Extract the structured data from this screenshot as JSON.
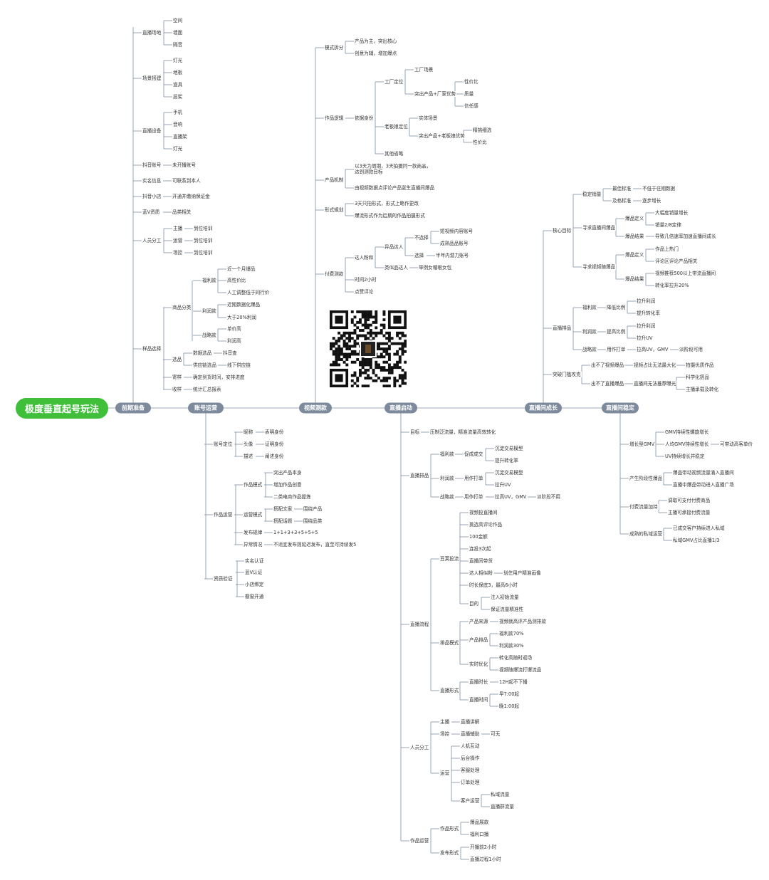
{
  "root": {
    "label": "极度垂直起号玩法"
  },
  "main_nodes": [
    {
      "label": "前期准备"
    },
    {
      "label": "账号运营"
    },
    {
      "label": "视频测款"
    },
    {
      "label": "直播启动"
    },
    {
      "label": "直播间成长"
    },
    {
      "label": "直播间稳定"
    }
  ],
  "colors": {
    "root": "#3fbf3a",
    "branch": "#7d8a9c",
    "line": "#7f8ea3",
    "text": "#333333"
  },
  "qr_icon": "qr-code-icon",
  "nodes": [
    "直播场地",
    "空间",
    "墙面",
    "隔音",
    "场景搭建",
    "灯光",
    "地板",
    "道具",
    "层架",
    "直播设备",
    "手机",
    "音响",
    "直播架",
    "灯光",
    "抖音账号",
    "未开播账号",
    "实名信息",
    "可联系到本人",
    "抖音小店",
    "开通并缴纳保证金",
    "蓝V资质",
    "品类相关",
    "人员分工",
    "主播",
    "到位培训",
    "运营",
    "到位培训",
    "场控",
    "到位培训",
    "样品选择",
    "商品分类",
    "福利款",
    "近一个月爆品",
    "高性价比",
    "人工调整低于同行价",
    "利润款",
    "近期数据化爆品",
    "大于20%利润",
    "战略款",
    "单价高",
    "利润高",
    "选品",
    "数据选品",
    "抖音查",
    "供应链选品",
    "线下供应链",
    "寄样",
    "确定到货时间，安排进度",
    "收样",
    "统计汇总报表",
    "账号定位",
    "昵称",
    "表明身份",
    "头像",
    "证明身份",
    "描述",
    "阐述身份",
    "作品运营",
    "作品模式",
    "突出产品本身",
    "增加作品创意",
    "二类电商作品提炼",
    "运营模式",
    "搭配文案",
    "围绕产品",
    "搭配话题",
    "围绕品类",
    "发布规律",
    "1+1+3+3+5+5+5",
    "异常情况",
    "不适宜发布则延迟发布，直至可持续发5",
    "资质验证",
    "实名认证",
    "蓝V认证",
    "小店绑定",
    "橱窗开通",
    "模式拆分",
    "产品为主，突出核心",
    "创意为辅，增加爆点",
    "作品逻辑",
    "依据身份",
    "工厂定位",
    "工厂场景",
    "突出产品+厂家优势",
    "性价比",
    "质量",
    "信任感",
    "老板娘定位",
    "实体场景",
    "突出产品+老板娘优势",
    "精挑细选",
    "性价比",
    "其他省略",
    "产品机制",
    "以3天为周期，3天拍摄同一款商品，达到测款目标",
    "由视频数据点评论产品诞生直播间爆品",
    "形式規划",
    "3天只拍形式，形式上略作更改",
    "爆流形式作为后期的作品拍摄形式",
    "付费测款",
    "达人粉和",
    "异品达人",
    "不选择",
    "短视频内容账号",
    "成熟品品账号",
    "选择",
    "半年内潜力账号",
    "类似品达人",
    "举例女帽眼女包",
    "时间2小时",
    "点赞评论",
    "目标",
    "压制泛流量，精准流量高效转化",
    "直播排品",
    "福利款",
    "促成成交",
    "沉淀交易模型",
    "提升转化率",
    "利润款",
    "用作打单",
    "沉淀交易模型",
    "拉升UV",
    "战略款",
    "用作打单",
    "拉高UV，GMV",
    "淡阶段不用",
    "直播流程",
    "豆荚投流",
    "视频投直播间",
    "挑选高评论作品",
    "100金额",
    "连投3次起",
    "直播间带货",
    "达人相似粉",
    "划住用户精准画像",
    "时长保底3，最高6小时",
    "目的",
    "注入初始流量",
    "保证流量精准性",
    "排品模式",
    "产品来源",
    "视频就高评产品测排款",
    "产品排品",
    "福利款70%",
    "利润款30%",
    "实时优化",
    "转化高随时返场",
    "视频随爆流打爆流品",
    "直播形式",
    "直播时长",
    "12H起不下播",
    "直播时间",
    "早7:00起",
    "晚1:00起",
    "人员分工",
    "主播",
    "直播讲解",
    "场控",
    "直播辅助",
    "可无",
    "运营",
    "人机互动",
    "后台操作",
    "客服处理",
    "订单处理",
    "客户运营",
    "私域流量",
    "直播群流量",
    "作品运营",
    "作品形式",
    "爆品展款",
    "福利口播",
    "发布形式",
    "开播前2小时",
    "直播过程1小时",
    "核心目标",
    "稳定销量",
    "最佳标准",
    "不低于往期数据",
    "及格标准",
    "逐步增长",
    "寻求直播间爆品",
    "爆品定义",
    "大幅度销量增长",
    "销量2/8定律",
    "爆品结果",
    "导致几倍速率加速直播间成长",
    "寻求视频随爆品",
    "爆品定义",
    "作品上热门",
    "评论区评论产品相关",
    "爆品结果",
    "视频推荐500以上带流直播间",
    "转化率拉升20%",
    "直播排品",
    "福利款",
    "降低比例",
    "拉升利润",
    "提升转化率",
    "利润款",
    "提高比例",
    "拉升利润",
    "拉升UV",
    "战略款",
    "用作打单",
    "拉高UV，GMV",
    "淡阶段可用",
    "突破门槛攻克",
    "出不了视频爆品",
    "视频占比无法最大化",
    "拍摄优质作品",
    "出不了直播爆品",
    "直播间无法推荐曝光",
    "科学化搭品",
    "主播承载及转化",
    "增长型GMV",
    "GMV持续性螺旋增长",
    "人均GMV持续性增长",
    "可带动高客单价",
    "UV持续增长并稳定",
    "产生阶段性爆品",
    "爆品带动视频流量涌入直播间",
    "直播中爆品带动进入直播广场",
    "付费流量加持",
    "调取可支付付费商品",
    "主播可承接付费流量",
    "成熟的私域运营",
    "已成交客户持续进入私域",
    "私域GMV占比直播1/3"
  ]
}
